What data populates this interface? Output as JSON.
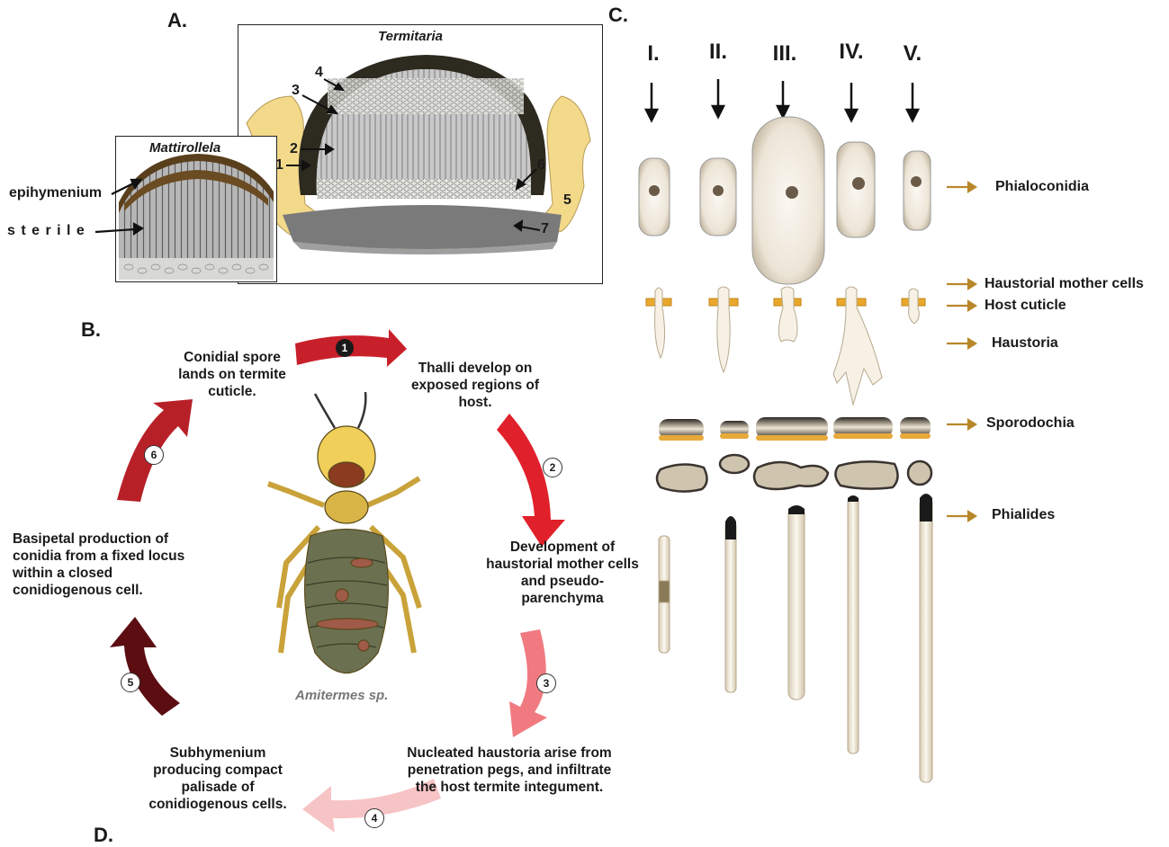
{
  "panels": {
    "a": "A.",
    "b": "B.",
    "c": "C.",
    "d": "D."
  },
  "panel_a": {
    "termitaria_title": "Termitaria",
    "mattirollela_title": "Mattirollela",
    "epihymenium": "epihymenium",
    "sterile": "s t e r i l e",
    "numbers": [
      "1",
      "2",
      "3",
      "4",
      "5",
      "6",
      "7"
    ]
  },
  "panel_b": {
    "species": "Amitermes sp.",
    "steps": [
      {
        "num": "1",
        "text": "Conidial spore lands on termite cuticle."
      },
      {
        "num": "2",
        "text": "Thalli develop on exposed regions of host."
      },
      {
        "num": "3",
        "text": "Development of haustorial mother cells and pseudo-parenchyma"
      },
      {
        "num": "4",
        "text": "Nucleated haustoria arise from penetration pegs, and infiltrate the host termite integument."
      },
      {
        "num": "5",
        "text": "Subhymenium producing compact palisade of conidiogenous cells."
      },
      {
        "num": "6",
        "text": "Basipetal production of conidia from a fixed locus within a closed conidiogenous cell."
      }
    ],
    "arrow_colors": [
      "#c8202a",
      "#e0202a",
      "#f07a80",
      "#f7c4c6",
      "#5c0d12",
      "#b82028"
    ]
  },
  "panel_c": {
    "columns": [
      "I.",
      "II.",
      "III.",
      "IV.",
      "V."
    ],
    "labels": {
      "phialoconidia": "Phialoconidia",
      "haustorial_mother_cells": "Haustorial mother cells",
      "host_cuticle": "Host cuticle",
      "haustoria": "Haustoria",
      "sporodochia": "Sporodochia",
      "phialides": "Phialides"
    },
    "arrow_color": "#b8872a"
  }
}
